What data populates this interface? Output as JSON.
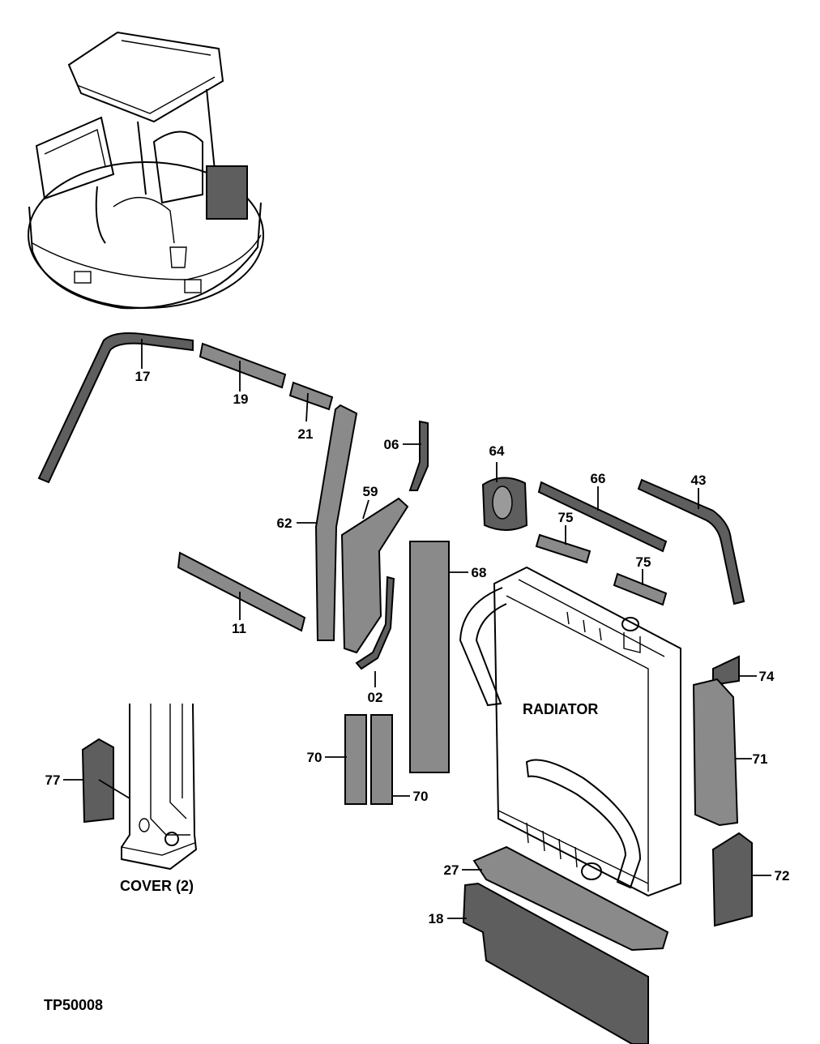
{
  "figure_id": "TP50008",
  "captions": {
    "radiator": "RADIATOR",
    "cover": "COVER (2)"
  },
  "callouts": {
    "p17": "17",
    "p19": "19",
    "p21": "21",
    "p06": "06",
    "p64": "64",
    "p66": "66",
    "p43": "43",
    "p59": "59",
    "p62": "62",
    "p75a": "75",
    "p75b": "75",
    "p68": "68",
    "p11": "11",
    "p02": "02",
    "p74": "74",
    "p70a": "70",
    "p70b": "70",
    "p71": "71",
    "p77": "77",
    "p27": "27",
    "p72": "72",
    "p18": "18"
  }
}
